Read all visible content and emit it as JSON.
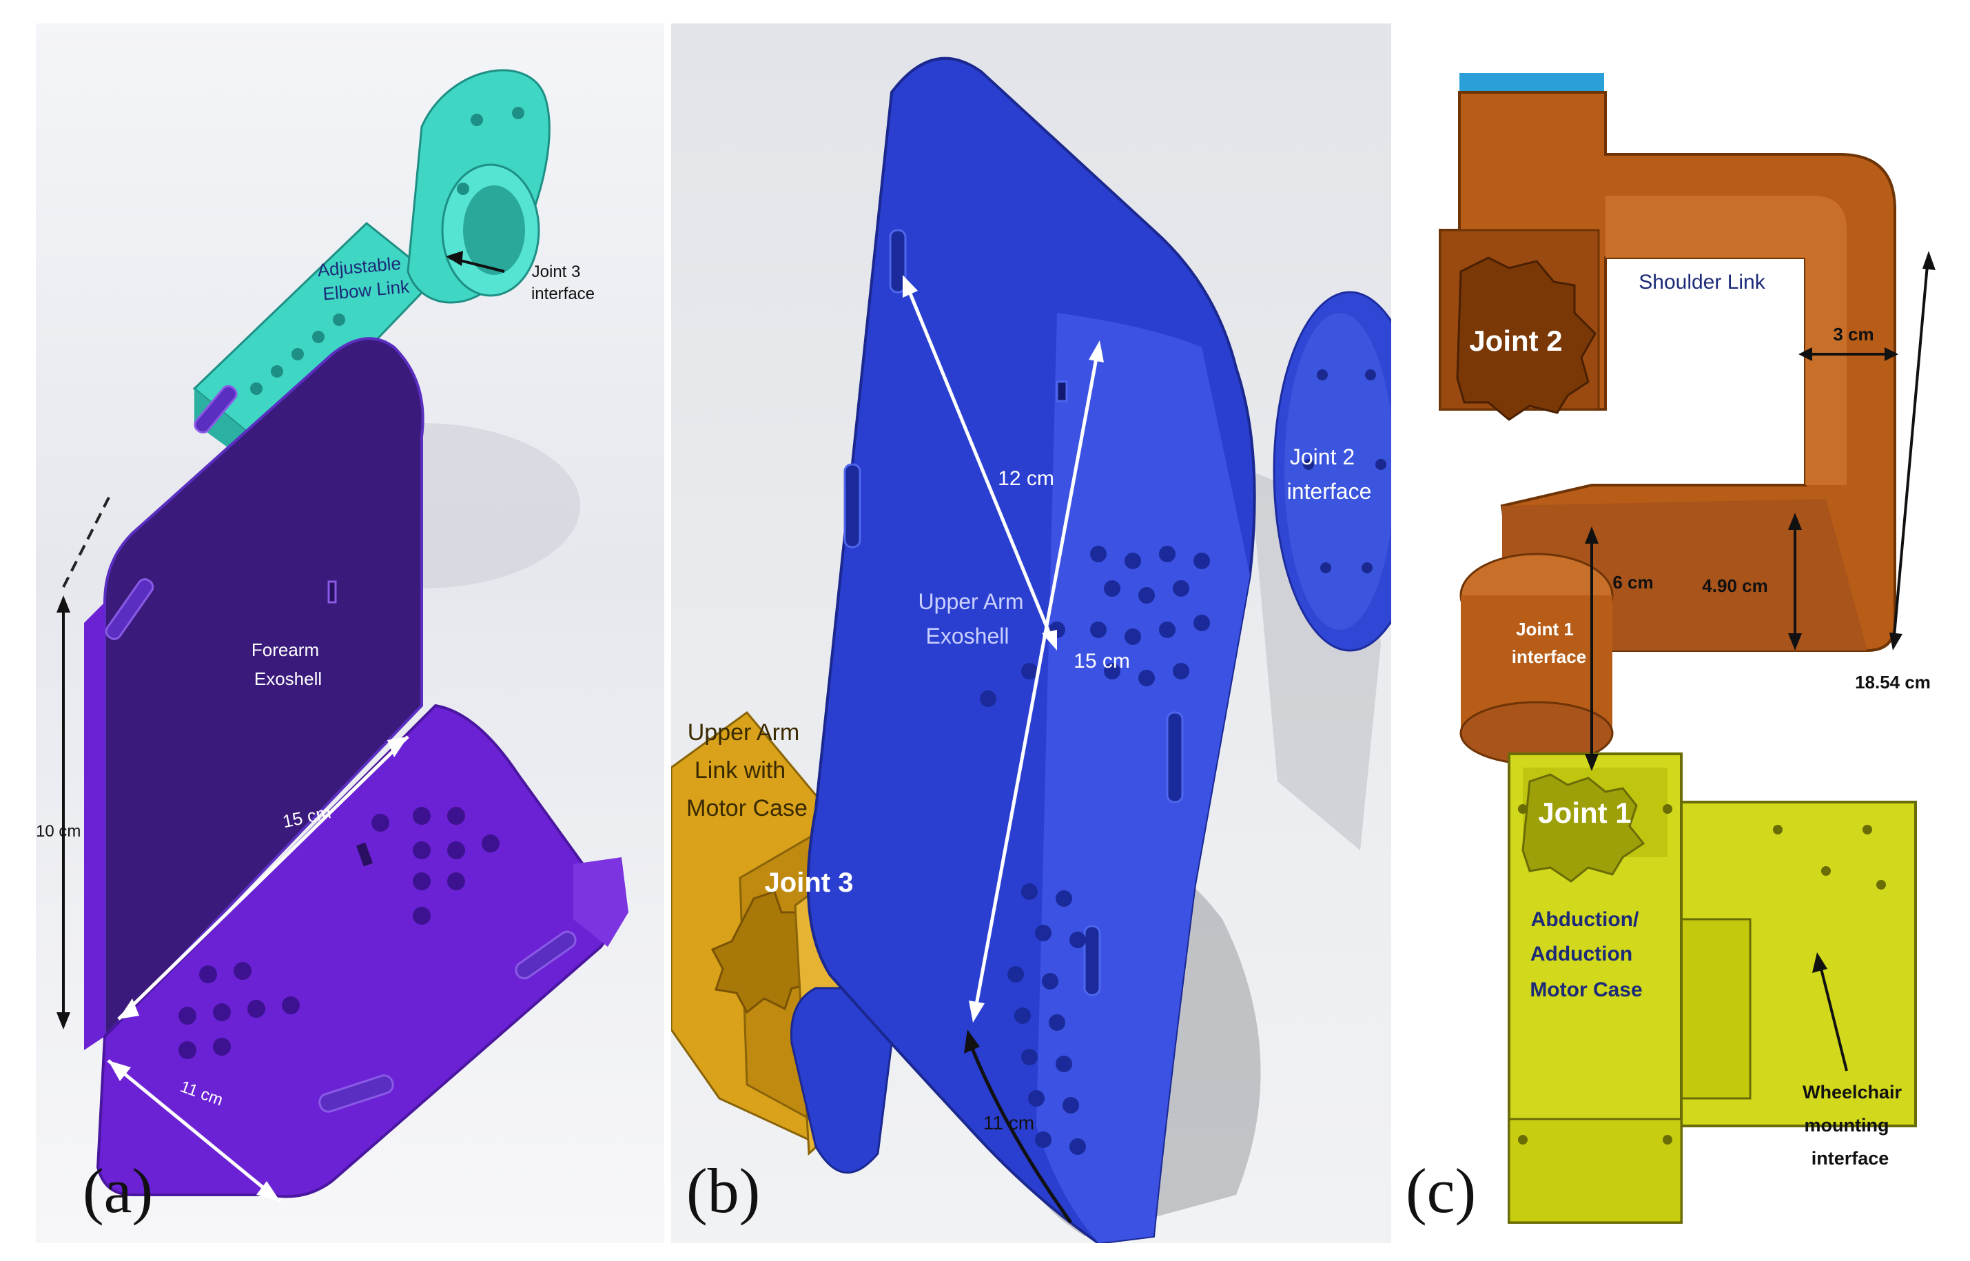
{
  "panels": [
    {
      "letter": "(a)",
      "labels": {
        "elbow_link": [
          "Adjustable",
          "Elbow Link"
        ],
        "joint3_interface": [
          "Joint 3",
          "interface"
        ],
        "forearm": [
          "Forearm",
          "Exoshell"
        ],
        "dim_15": "15 cm",
        "dim_10": "10 cm",
        "dim_11": "11 cm"
      }
    },
    {
      "letter": "(b)",
      "labels": {
        "dim_12": "12 cm",
        "dim_15": "15 cm",
        "dim_11": "11 cm",
        "joint2_interface": [
          "Joint 2",
          "interface"
        ],
        "upper_arm": [
          "Upper Arm",
          "Exoshell"
        ],
        "link_motor": [
          "Upper Arm",
          "Link with",
          "Motor Case"
        ],
        "joint3": "Joint 3"
      }
    },
    {
      "letter": "(c)",
      "labels": {
        "joint2": "Joint 2",
        "shoulder_link": "Shoulder Link",
        "dim_3": "3 cm",
        "dim_6": "6 cm",
        "dim_490": "4.90 cm",
        "dim_1854": "18.54 cm",
        "joint1_interface": [
          "Joint 1",
          "interface"
        ],
        "joint1": "Joint 1",
        "motor_case": [
          "Abduction/",
          "Adduction",
          "Motor Case"
        ],
        "mounting": [
          "Wheelchair",
          "mounting",
          "interface"
        ]
      }
    }
  ],
  "colors": {
    "forearm": "#6a22d4",
    "elbow_link": "#3fd6c4",
    "upper_arm": "#2a3fd0",
    "link_motor": "#d9a21a",
    "shoulder_link": "#b85d18",
    "motor_case": "#d2d81c",
    "label_dark_blue": "#1c2a78"
  }
}
